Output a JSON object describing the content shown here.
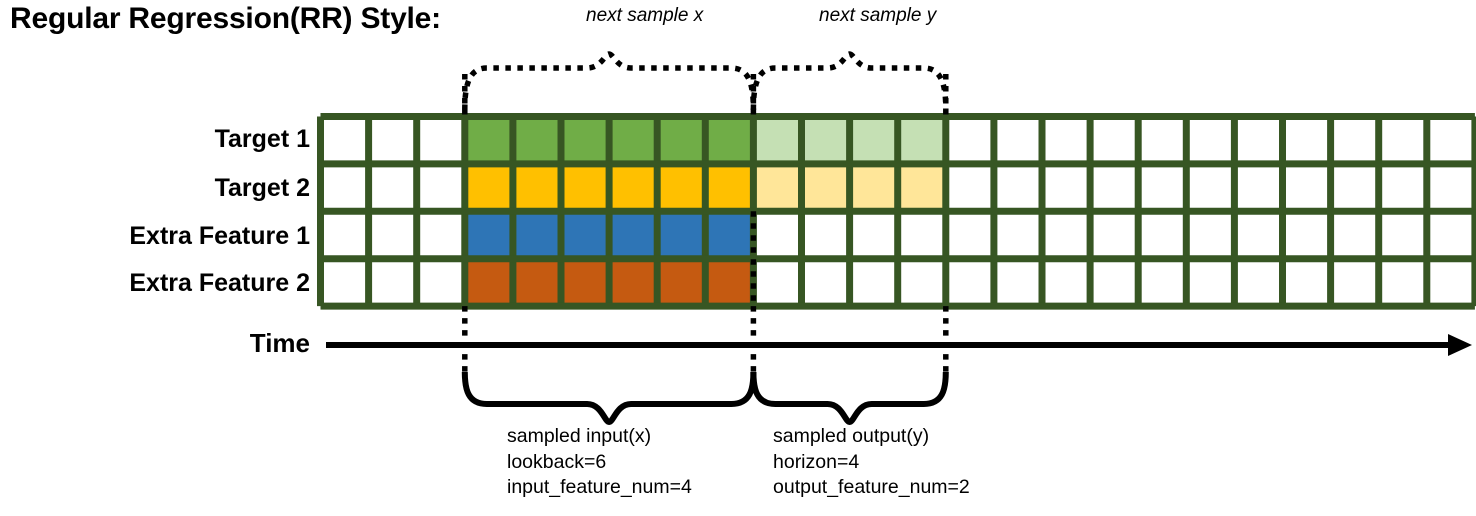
{
  "title": "Regular Regression(RR) Style:",
  "rows": [
    {
      "label": "Target 1",
      "solid_color": "#70ad47",
      "light_color": "#c5e0b4"
    },
    {
      "label": "Target 2",
      "solid_color": "#ffc000",
      "light_color": "#ffe699"
    },
    {
      "label": "Extra Feature 1",
      "solid_color": "#2e75b6",
      "light_color": null
    },
    {
      "label": "Extra Feature 2",
      "solid_color": "#c55a11",
      "light_color": null
    }
  ],
  "grid": {
    "total_columns": 24,
    "leading_blank_columns": 3,
    "input_columns": 6,
    "output_columns": 4,
    "border_color": "#375623"
  },
  "axis": {
    "label": "Time"
  },
  "top_annotations": [
    {
      "text": "next sample x"
    },
    {
      "text": "next sample y"
    }
  ],
  "bottom_annotations": [
    {
      "title": "sampled input(x)",
      "line2": "lookback=6",
      "line3": "input_feature_num=4"
    },
    {
      "title": "sampled output(y)",
      "line2": "horizon=4",
      "line3": "output_feature_num=2"
    }
  ]
}
